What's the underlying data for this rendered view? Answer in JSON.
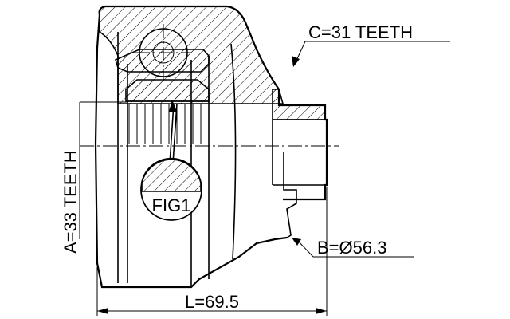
{
  "labels": {
    "c_teeth": "C=31 TEETH",
    "a_teeth": "A=33 TEETH",
    "b_diameter": "B=Ø56.3",
    "length": "L=69.5",
    "figure": "FIG1"
  }
}
